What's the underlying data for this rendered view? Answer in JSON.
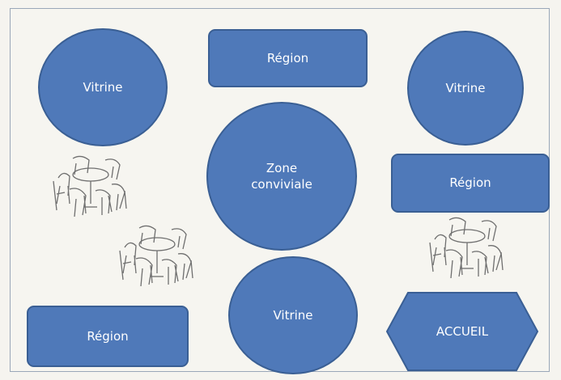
{
  "colors": {
    "shape_fill": "#4f79b9",
    "shape_stroke": "#3a5f94",
    "text": "#ffffff",
    "background": "#f6f5f0",
    "frame_border": "#9aa7b8",
    "sketch": "#6f6f6f"
  },
  "shapes": {
    "vitrine_top_left": "Vitrine",
    "region_top_center": "Région",
    "vitrine_top_right": "Vitrine",
    "zone_conviviale": "Zone\nconviviale",
    "region_mid_right": "Région",
    "vitrine_bottom_center": "Vitrine",
    "region_bottom_left": "Région",
    "accueil": "ACCUEIL"
  },
  "icons": {
    "furniture": "table-and-chairs-sketch-icon"
  }
}
